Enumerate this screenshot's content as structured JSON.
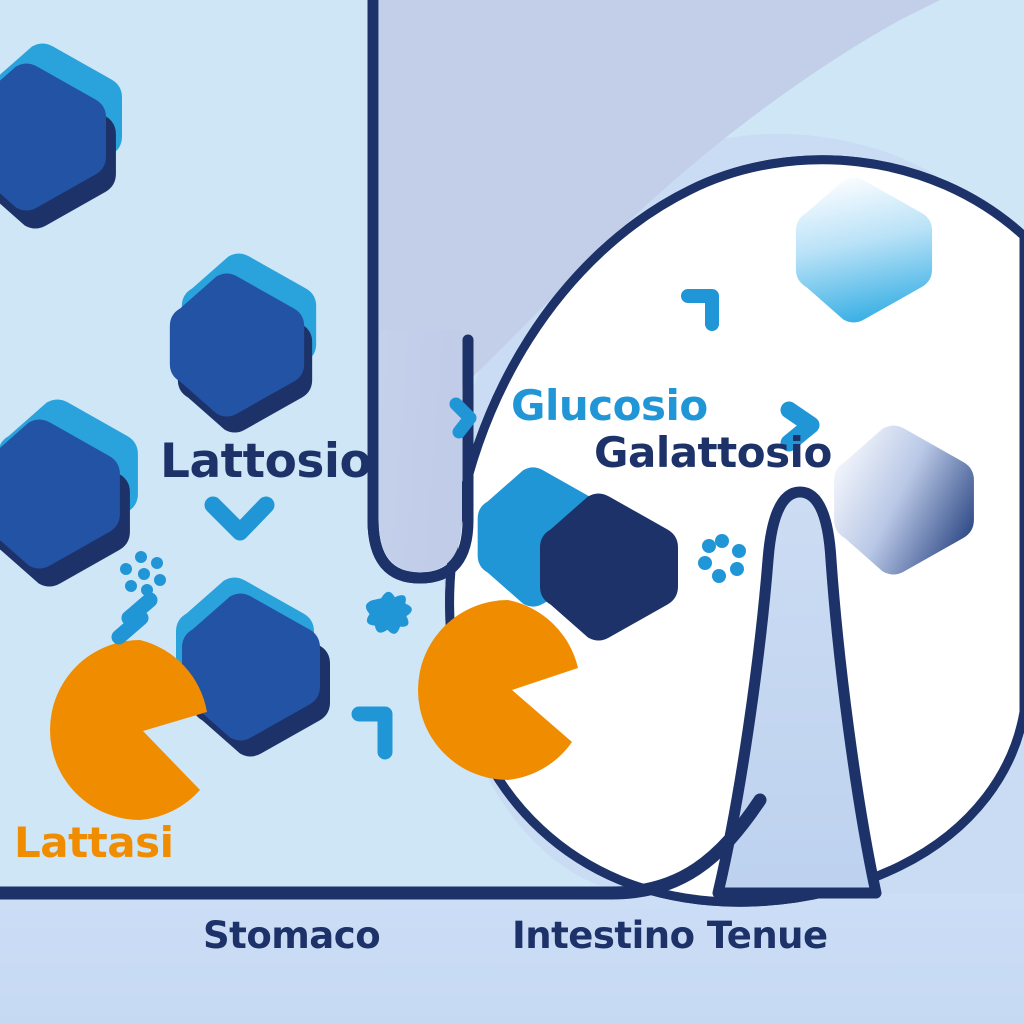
{
  "diagram": {
    "title_note": "Lactose digestion diagram (Italian)",
    "labels": {
      "lattosio": "Lattosio",
      "glucosio": "Glucosio",
      "galattosio": "Galattosio",
      "lattasi": "Lattasi",
      "stomaco": "Stomaco",
      "intestino": "Intestino Tenue"
    },
    "colors": {
      "background_left": "#cfe6f7",
      "background_right": "#c9dcf4",
      "organ_fill": "#ffffff",
      "organ_outline": "#1d3268",
      "esophagus_fill": "#c3cfe9",
      "navy": "#1d3268",
      "mid_blue": "#2253a5",
      "light_blue": "#2196d6",
      "orange": "#f08c00",
      "villus_fill": "#c6d8f2"
    },
    "icons": [
      {
        "name": "hexagon-light-blue-icon",
        "meaning": "glucose unit"
      },
      {
        "name": "hexagon-navy-icon",
        "meaning": "galactose unit"
      },
      {
        "name": "pacman-orange-icon",
        "meaning": "lactase enzyme"
      },
      {
        "name": "dot-ring-icon",
        "meaning": "molecule cluster"
      },
      {
        "name": "corner-bracket-icon",
        "meaning": "decorative accent"
      },
      {
        "name": "chevron-down-icon",
        "meaning": "flow direction"
      },
      {
        "name": "chevron-right-icon",
        "meaning": "flow direction"
      },
      {
        "name": "star-splat-icon",
        "meaning": "decorative accent"
      },
      {
        "name": "capsule-icon",
        "meaning": "decorative accent"
      }
    ]
  }
}
